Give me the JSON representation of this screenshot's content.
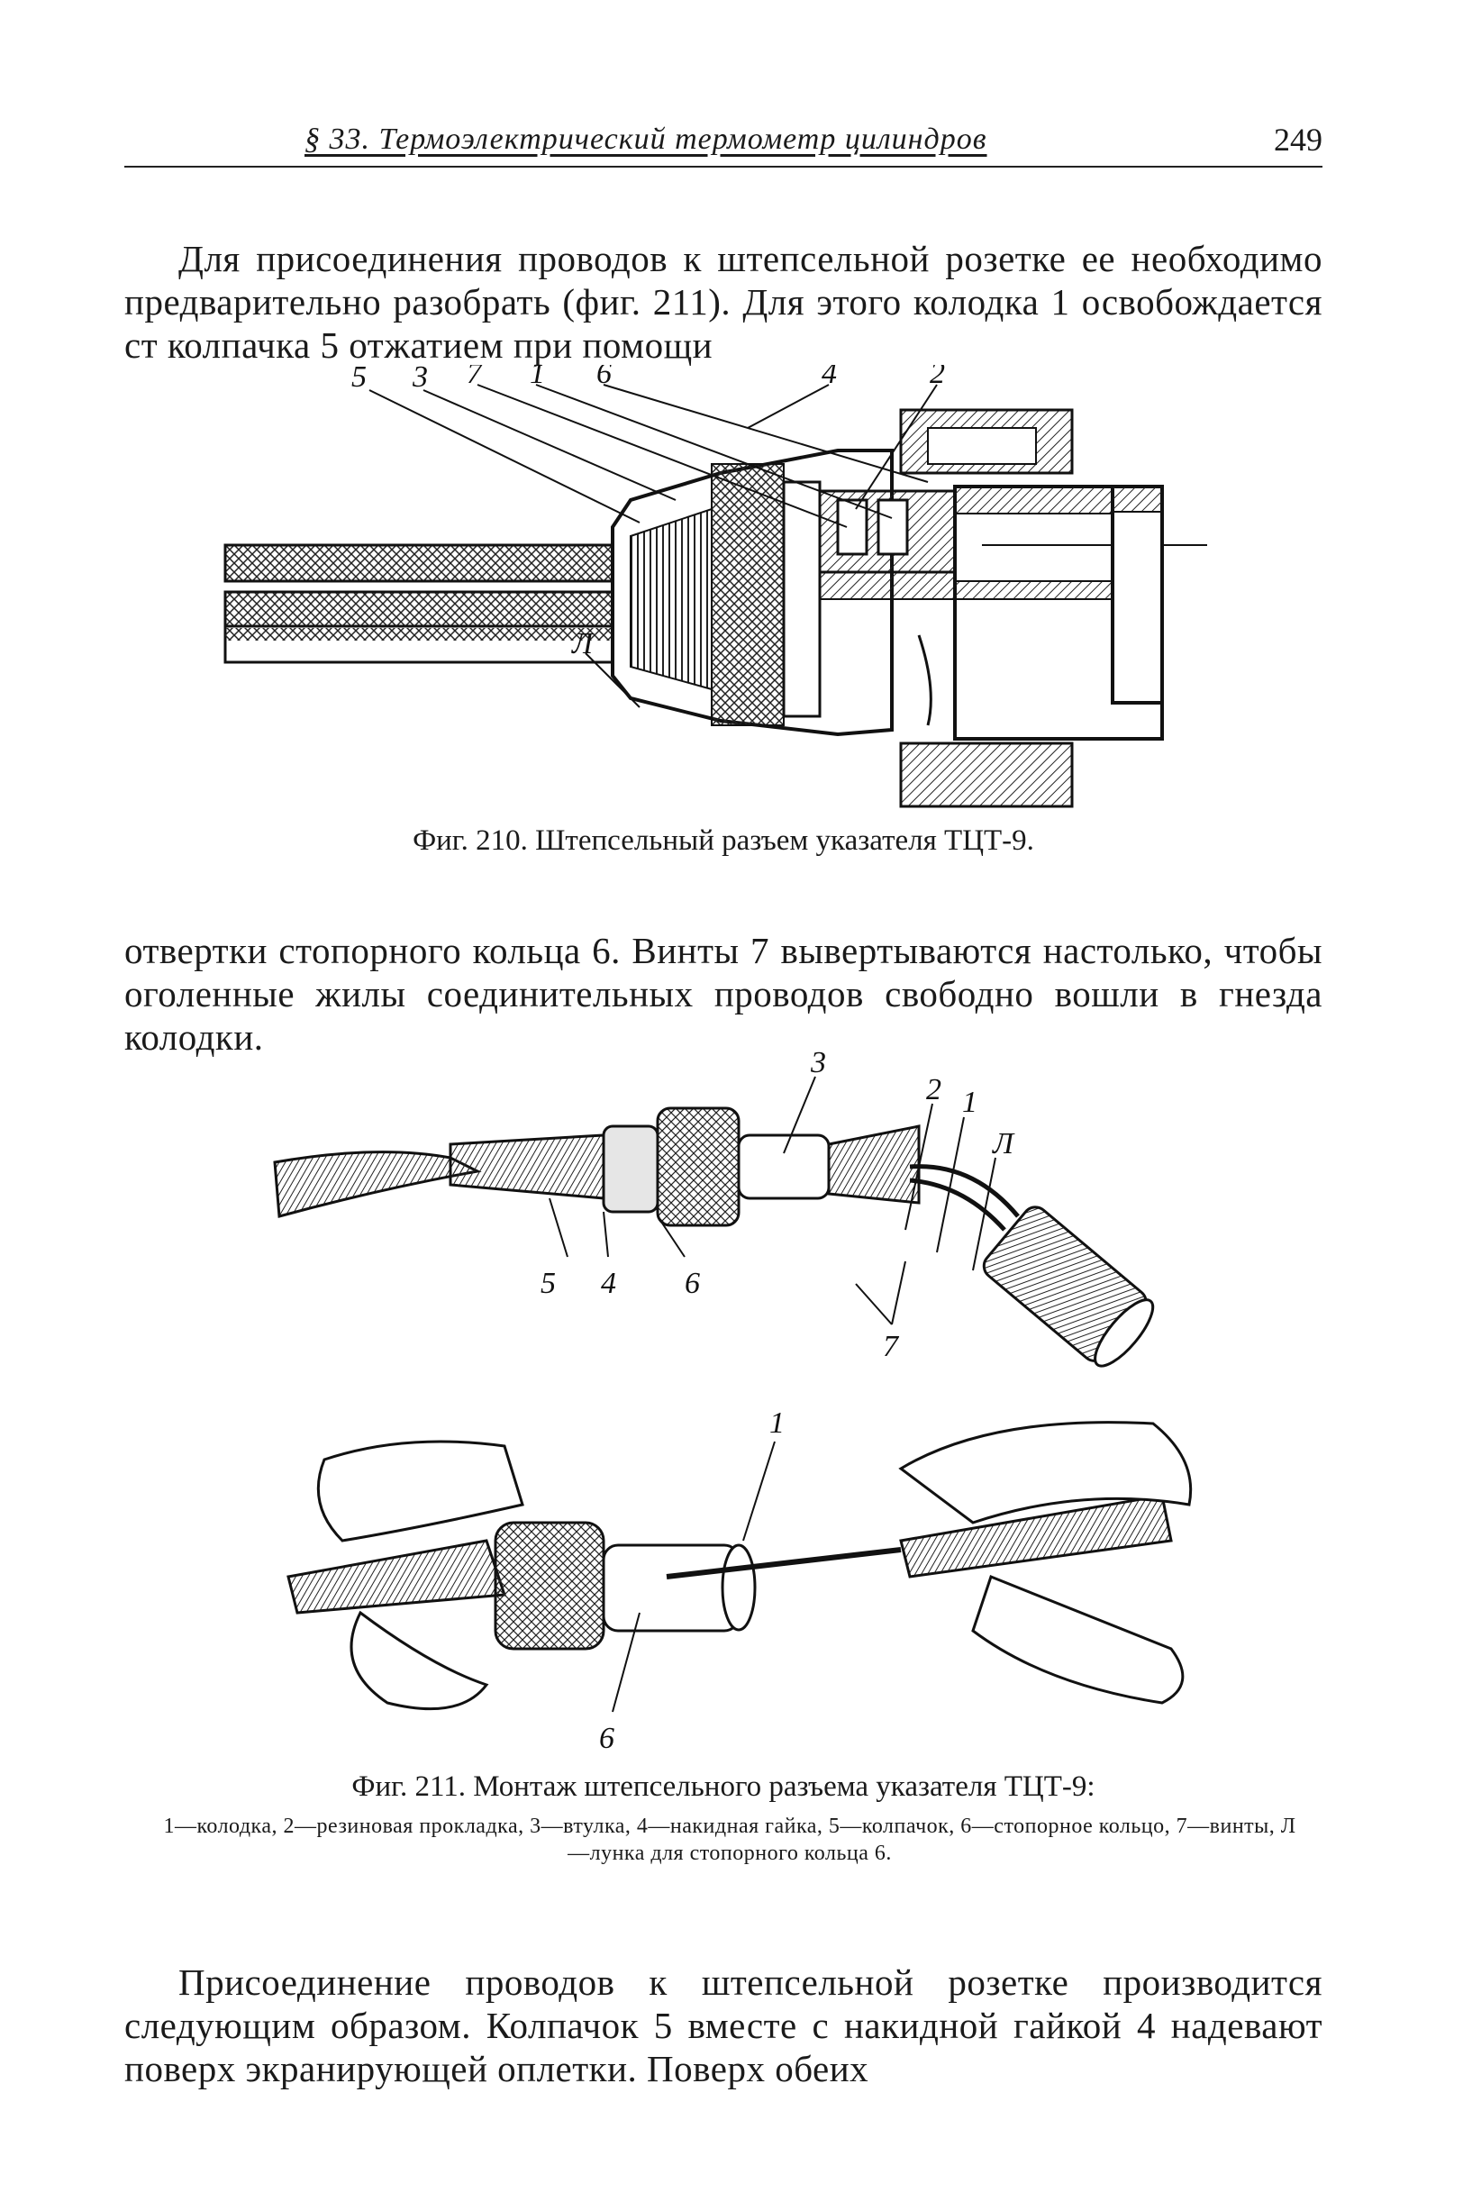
{
  "header": {
    "title": "§ 33. Термоэлектрический термометр цилиндров",
    "page_number": "249"
  },
  "paragraphs": {
    "p1": "Для присоединения проводов к штепсельной розетке ее необходимо предварительно разобрать (фиг. 211). Для этого колодка 1 освобождается ст колпачка 5 отжатием при помощи",
    "p2": "отвертки стопорного кольца 6. Винты 7 вывертываются настолько, чтобы оголенные жилы соединительных проводов свободно вошли в гнезда колодки.",
    "p3": "Присоединение проводов к штепсельной розетке производится следующим образом. Колпачок 5 вместе с накидной гайкой 4 надевают поверх экранирующей оплетки. Поверх обеих"
  },
  "figure_210": {
    "caption": "Фиг. 210. Штепсельный разъем указателя ТЦТ-9.",
    "labels": [
      "5",
      "3",
      "7",
      "1",
      "6",
      "4",
      "2",
      "Л"
    ]
  },
  "figure_211": {
    "caption": "Фиг. 211. Монтаж штепсельного разъема указателя ТЦТ-9:",
    "legend": "1—колодка, 2—резиновая прокладка, 3—втулка, 4—накидная гайка, 5—колпачок, 6—стопорное кольцо, 7—винты, Л—лунка для стопорного кольца 6.",
    "labels_top": [
      "3",
      "2",
      "1",
      "Л",
      "5",
      "4",
      "6",
      "7"
    ],
    "labels_bottom": [
      "1",
      "6"
    ]
  }
}
